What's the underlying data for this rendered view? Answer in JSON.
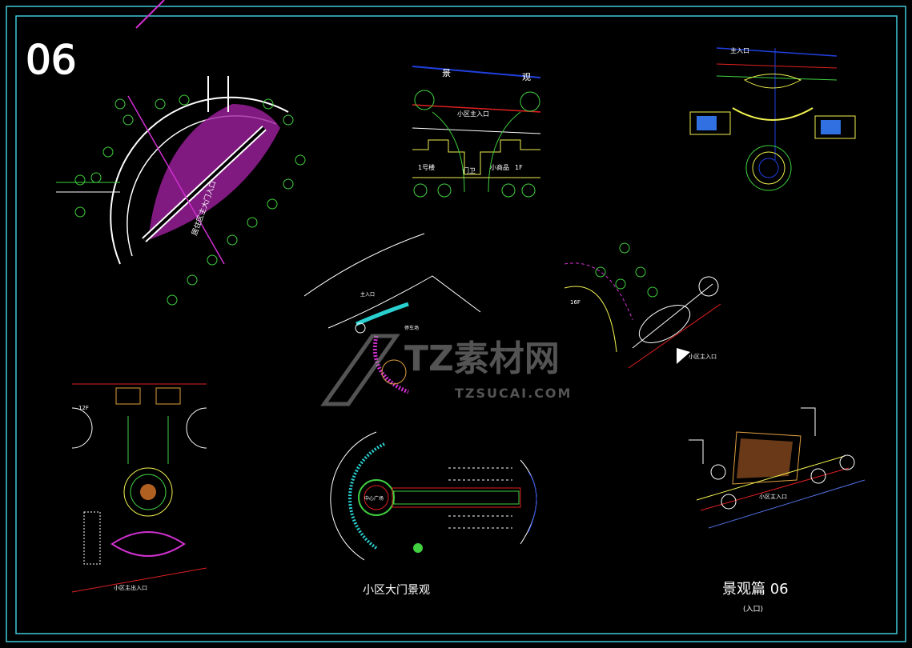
{
  "sheet": {
    "number": "06",
    "caption_center": "小区大门景观",
    "title": "景观篇 06",
    "subtitle": "(入口)"
  },
  "labels": {
    "plan1_road": "居住区主大门入口",
    "plan2_top_left": "景",
    "plan2_top_right": "观",
    "plan2_entry": "小区主入口",
    "plan2_bldg1": "1号楼",
    "plan2_shop": "小商品",
    "plan2_floor": "1F",
    "plan2_guard": "门卫",
    "plan3_entry": "主入口",
    "plan4_entry": "主入口",
    "plan4_label": "停车场",
    "plan5_floor": "16F",
    "plan5_entry": "小区主入口",
    "plan6_entry": "小区主出入口",
    "plan6_bldg": "12F",
    "plan7_center": "中心广场",
    "plan8_entry": "小区主入口"
  },
  "watermark": {
    "brand": "TZ素材网",
    "url": "TZSUCAI.COM"
  },
  "colors": {
    "border": "#3fc8d8",
    "magenta": "#d030d0",
    "green": "#40d040",
    "yellow": "#f0f050",
    "red": "#e02020",
    "blue": "#2040e0"
  }
}
